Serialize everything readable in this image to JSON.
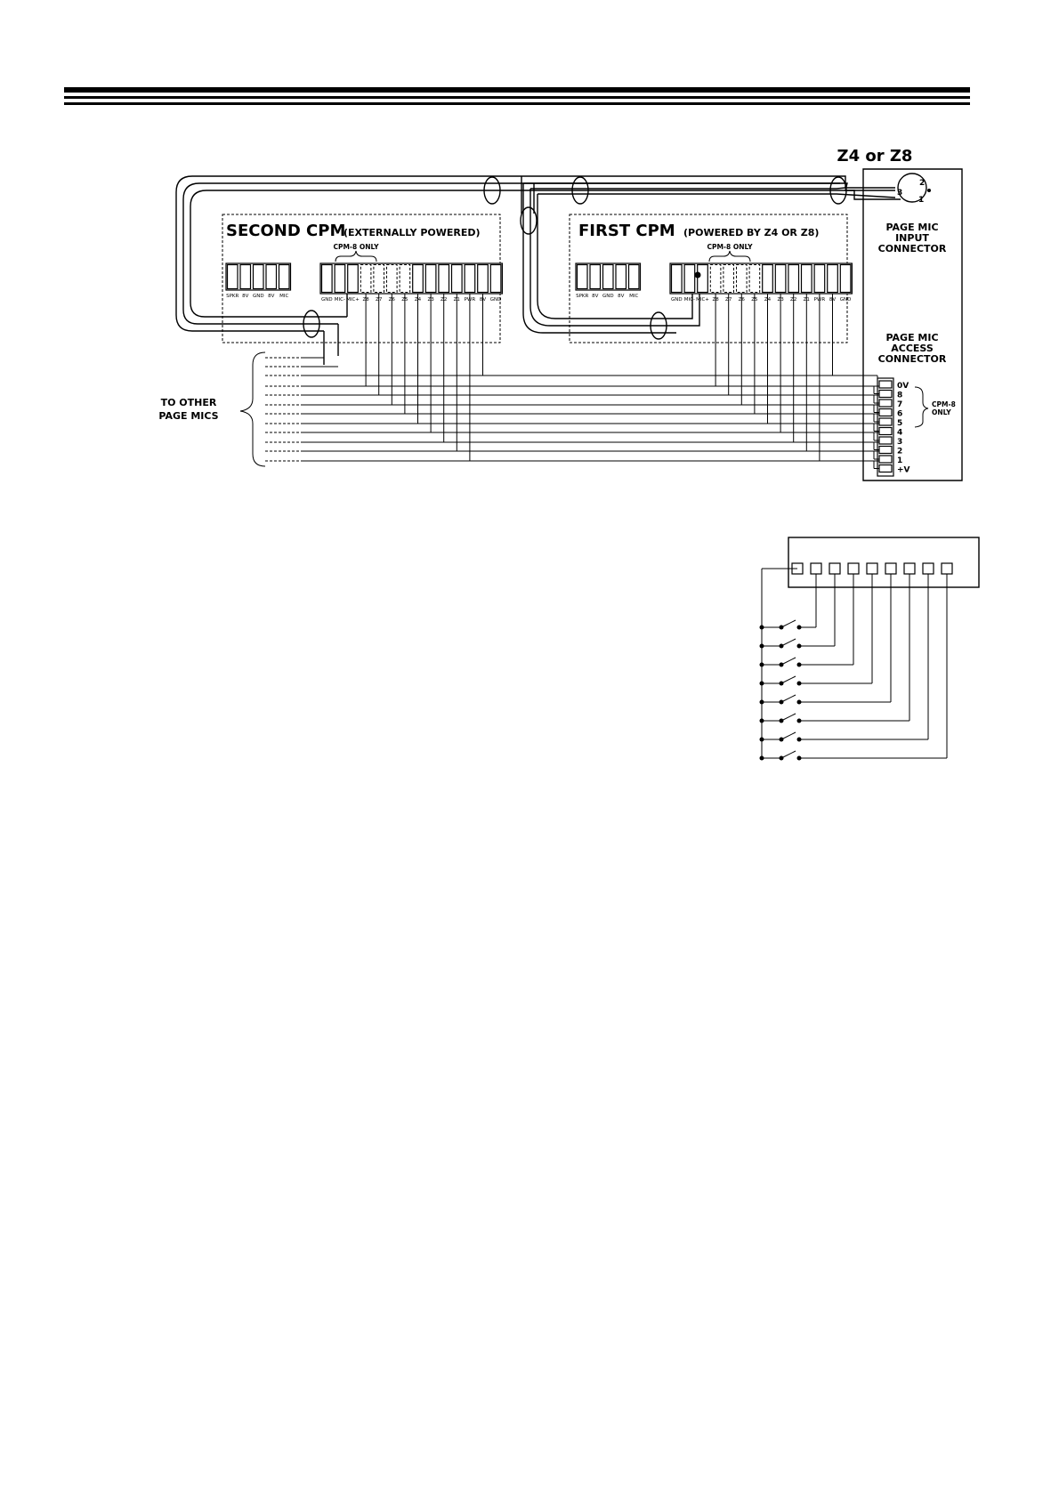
{
  "colors": {
    "ink": "#000000",
    "paper": "#ffffff"
  },
  "header": {
    "rule_count": 3
  },
  "labels": {
    "z4_or_z8": "Z4  or  Z8",
    "second_cpm_title": "SECOND  CPM",
    "second_cpm_note": "(EXTERNALLY  POWERED)",
    "first_cpm_title": "FIRST  CPM",
    "first_cpm_note": "(POWERED  BY  Z4  OR  Z8)",
    "cpm8_only": "CPM-8  ONLY",
    "page_mic_input": [
      "PAGE MIC",
      "INPUT",
      "CONNECTOR"
    ],
    "page_mic_access": [
      "PAGE MIC",
      "ACCESS",
      "CONNECTOR"
    ],
    "to_other_page_mics": [
      "TO OTHER",
      "PAGE MICS"
    ],
    "cpm8_only_side": [
      "CPM-8",
      "ONLY"
    ]
  },
  "xlr_pins": [
    "2",
    "3",
    "1"
  ],
  "left_terminals": [
    "SPKR",
    "8V",
    "GND",
    "8V",
    "MIC"
  ],
  "second_cpm_terminals": [
    "GND",
    "MIC-",
    "MIC+",
    "Z8",
    "Z7",
    "Z6",
    "Z5",
    "Z4",
    "Z3",
    "Z2",
    "Z1",
    "PWR",
    "8V",
    "GND"
  ],
  "first_cpm_terminals": [
    "GND",
    "MIC-",
    "MIC+",
    "Z8",
    "Z7",
    "Z6",
    "Z5",
    "Z4",
    "Z3",
    "Z2",
    "Z1",
    "PWR",
    "8V",
    "GND"
  ],
  "access_pins": [
    "0V",
    "8",
    "7",
    "6",
    "5",
    "4",
    "3",
    "2",
    "1",
    "+V"
  ],
  "switch_panel": {
    "pins": 9,
    "switches": 8
  }
}
